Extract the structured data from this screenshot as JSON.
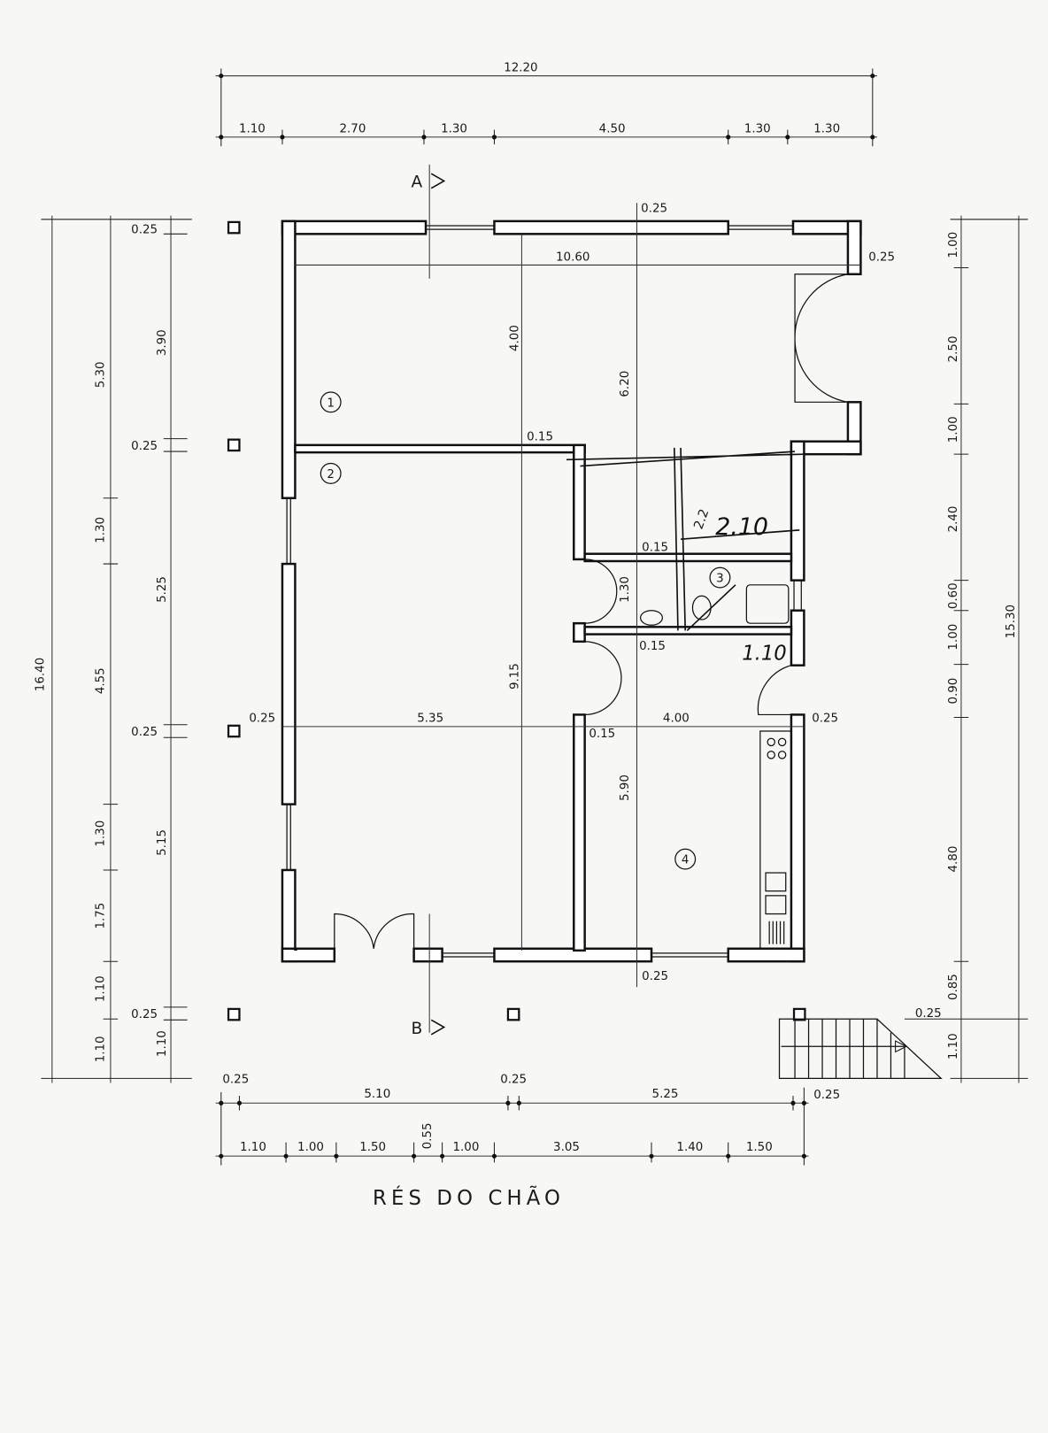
{
  "title": "RÉS DO CHÃO",
  "section_markers": {
    "a": "A",
    "b": "B"
  },
  "rooms": [
    "1",
    "2",
    "3",
    "4"
  ],
  "dims": {
    "top_total": "12.20",
    "top": [
      "1.10",
      "2.70",
      "1.30",
      "4.50",
      "1.30",
      "1.30"
    ],
    "left_outer": "16.40",
    "left_mid": [
      "5.30",
      "1.30",
      "4.55",
      "1.30",
      "1.75",
      "1.10",
      "1.10"
    ],
    "left_inner": [
      "0.25",
      "3.90",
      "0.25",
      "5.25",
      "0.25",
      "5.15",
      "0.25",
      "1.10"
    ],
    "right_inner": [
      "1.00",
      "2.50",
      "1.00",
      "2.40",
      "0.60",
      "1.00",
      "0.90",
      "4.80",
      "0.85",
      "1.10"
    ],
    "right_outer": "15.30",
    "interior": {
      "top_wall": "0.25",
      "width_upper": "10.60",
      "right_wall": "0.25",
      "room1_depth": "4.00",
      "depth_620": "6.20",
      "wall_015_a": "0.15",
      "wall_015_b": "0.15",
      "bath_130": "1.30",
      "wall_015_c": "0.15",
      "depth_915": "9.15",
      "left_wall": "0.25",
      "width_535": "5.35",
      "width_400": "4.00",
      "right_wall_lower": "0.25",
      "wall_015_d": "0.15",
      "depth_590": "5.90",
      "bottom_wall": "0.25",
      "stair_025": "0.25",
      "stair_025b": "0.25"
    },
    "bottom_upper": [
      "0.25",
      "5.10",
      "0.25",
      "5.25"
    ],
    "bottom_lower": [
      "1.10",
      "1.00",
      "1.50",
      "0.55",
      "1.00",
      "3.05",
      "1.40",
      "1.50"
    ]
  },
  "handwritten": [
    "2.10",
    "1.10",
    "2.2"
  ]
}
